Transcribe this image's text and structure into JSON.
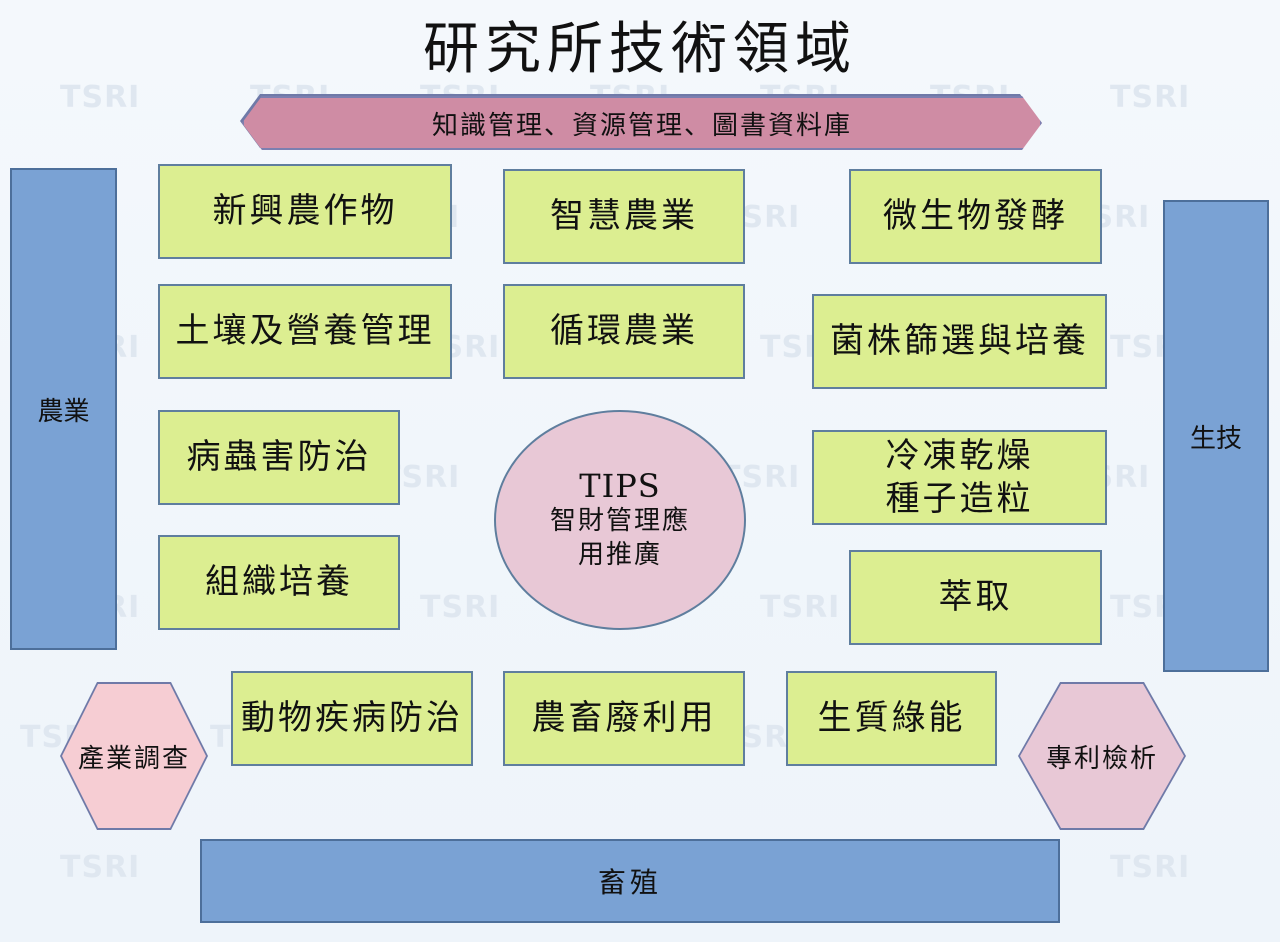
{
  "title": "研究所技術領域",
  "top_banner": "知識管理、資源管理、圖書資料庫",
  "left_bar": "農業",
  "right_bar": "生技",
  "bottom_bar": "畜殖",
  "center": {
    "line1": "TIPS",
    "line2": "智財管理應用推廣"
  },
  "left_hexagon": "產業調查",
  "right_hexagon": "專利檢析",
  "boxes": {
    "new_crops": "新興農作物",
    "smart_agri": "智慧農業",
    "microbe_ferment": "微生物發酵",
    "soil_nutrition": "土壤及營養管理",
    "circular_agri": "循環農業",
    "strain_screening": "菌株篩選與培養",
    "pest_control": "病蟲害防治",
    "freeze_dry": "冷凍乾燥",
    "seed_pellet": "種子造粒",
    "tissue_culture": "組織培養",
    "extraction": "萃取",
    "animal_disease": "動物疾病防治",
    "livestock_waste": "農畜廢利用",
    "biomass_energy": "生質綠能"
  },
  "watermark": "TSRI",
  "colors": {
    "green_box": "#dcee91",
    "blue_bar": "#7aa2d4",
    "pink_banner": "#cf8ca4",
    "pink_hexagon_left": "#f6cdd3",
    "pink_hexagon_right": "#e8c8d6"
  }
}
